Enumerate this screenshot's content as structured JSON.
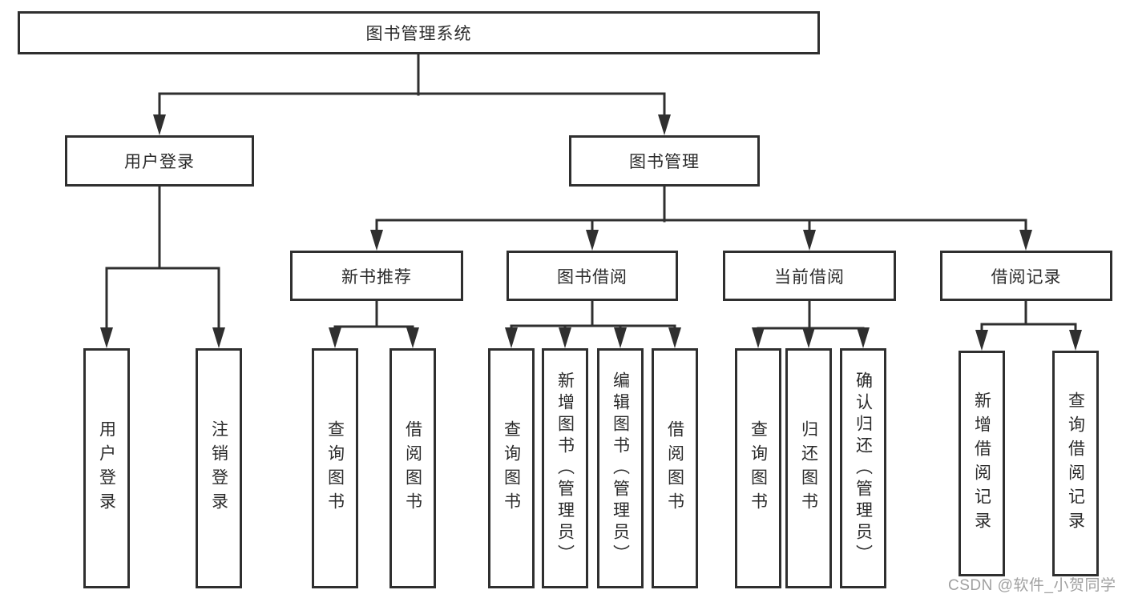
{
  "tree": {
    "root": "图书管理系统",
    "branches": [
      {
        "label": "用户登录",
        "children": [
          {
            "label": "用户登录"
          },
          {
            "label": "注销登录"
          }
        ]
      },
      {
        "label": "图书管理",
        "children": [
          {
            "label": "新书推荐",
            "children": [
              {
                "label": "查询图书"
              },
              {
                "label": "借阅图书"
              }
            ]
          },
          {
            "label": "图书借阅",
            "children": [
              {
                "label": "查询图书"
              },
              {
                "label": "新增图书（管理员）"
              },
              {
                "label": "编辑图书（管理员）"
              },
              {
                "label": "借阅图书"
              }
            ]
          },
          {
            "label": "当前借阅",
            "children": [
              {
                "label": "查询图书"
              },
              {
                "label": "归还图书"
              },
              {
                "label": "确认归还（管理员）"
              }
            ]
          },
          {
            "label": "借阅记录",
            "children": [
              {
                "label": "新增借阅记录"
              },
              {
                "label": "查询借阅记录"
              }
            ]
          }
        ]
      }
    ]
  },
  "watermark": "CSDN @软件_小贺同学",
  "colors": {
    "line": "#2f2f2f",
    "text": "#2b2b2b",
    "watermark": "#9b9b9b",
    "background": "#ffffff"
  }
}
